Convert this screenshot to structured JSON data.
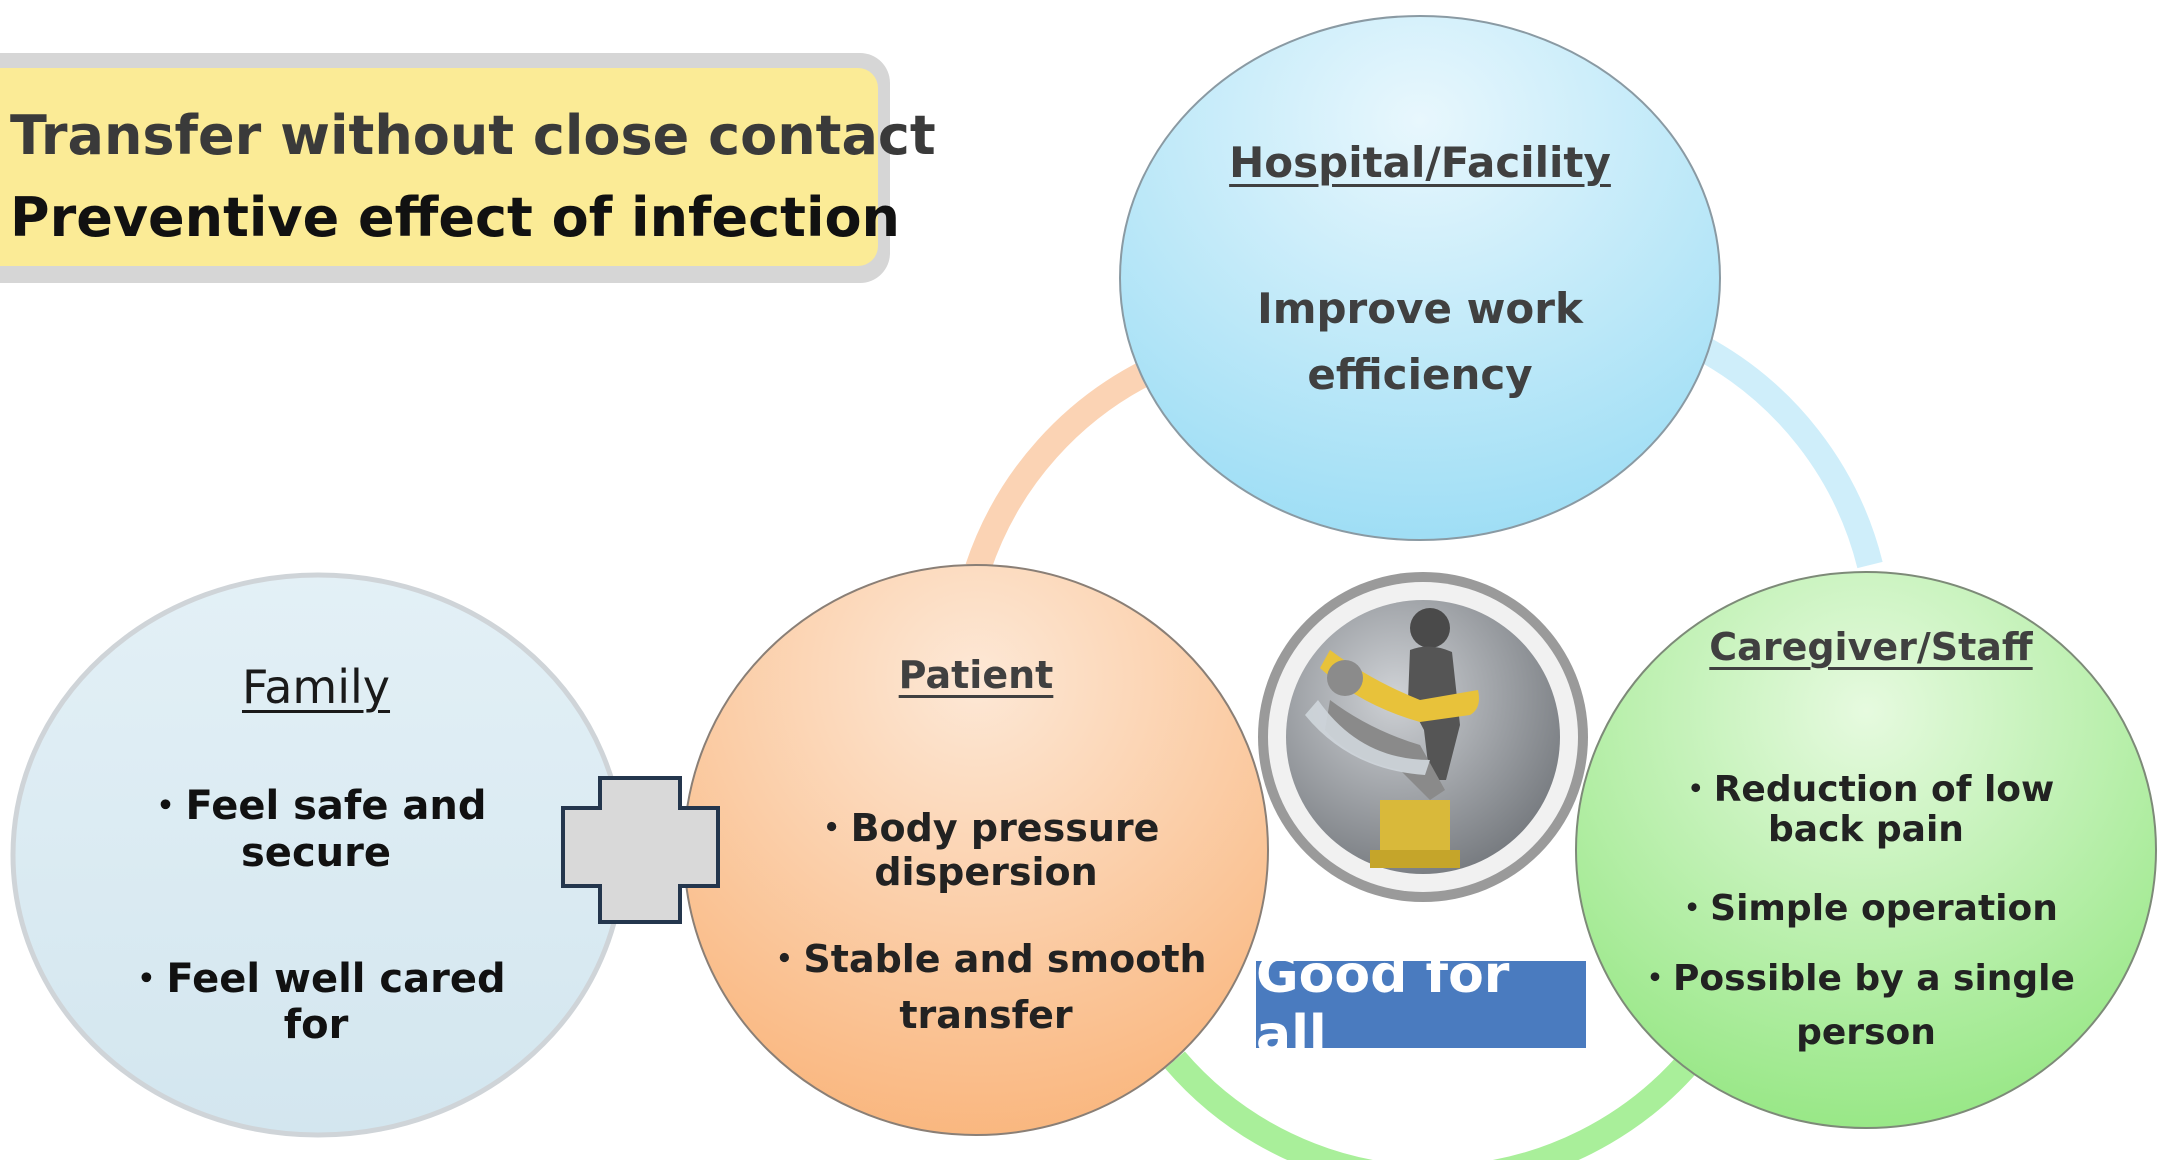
{
  "banner": {
    "line1": "Transfer without close contact",
    "line2": "Preventive effect of infection"
  },
  "nodes": {
    "hospital": {
      "heading": "Hospital/Facility",
      "body": [
        "Improve work",
        "efficiency"
      ]
    },
    "patient": {
      "heading": "Patient",
      "items": [
        "・Body pressure",
        "dispersion",
        "・Stable and smooth",
        "transfer"
      ]
    },
    "family": {
      "heading": "Family",
      "items": [
        "・Feel safe and",
        "secure",
        "・Feel well cared",
        "for"
      ]
    },
    "caregiver": {
      "heading": "Caregiver/Staff",
      "items": [
        "・Reduction of low",
        "back pain",
        "・Simple operation",
        "・Possible  by a single",
        "person"
      ]
    }
  },
  "center_label": "Good for all",
  "colors": {
    "banner_fill": "#fbeb96",
    "banner_border": "#d6d6d6",
    "hospital": "#a8e2f6",
    "patient": "#fbc596",
    "family": "#dcedf5",
    "caregiver": "#9ee98c",
    "plus": "#d9d9d9",
    "good_box": "#4a7bbf"
  },
  "icons": {
    "plus": "plus-icon",
    "product": "transfer-chair-icon"
  }
}
